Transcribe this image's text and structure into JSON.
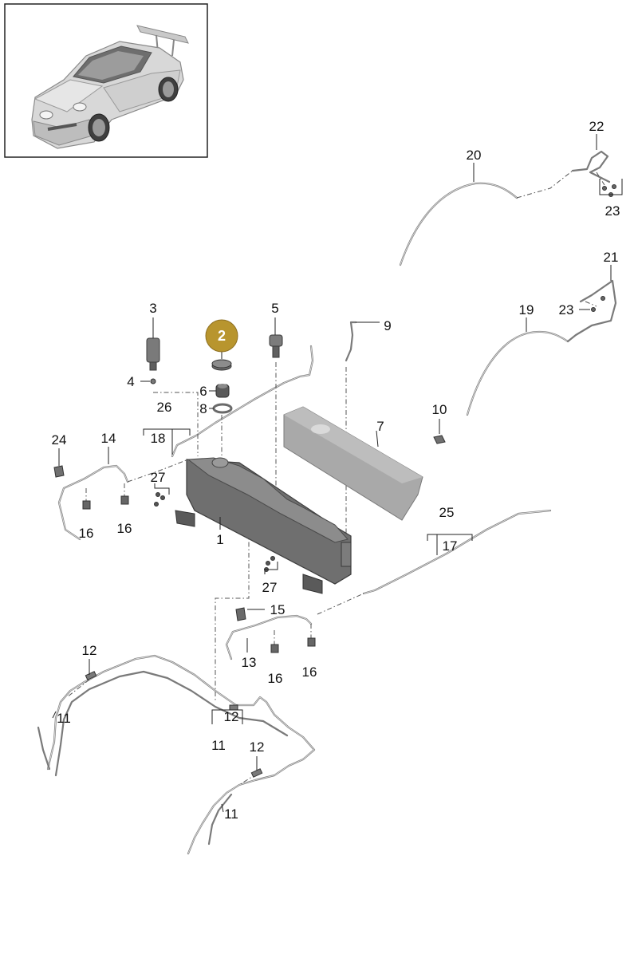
{
  "highlight": {
    "label": "2",
    "color": "#b8952e"
  },
  "colors": {
    "line": "#7a7a7a",
    "part": "#8a8a8a",
    "thumbnail_border": "#222222"
  },
  "thumbnail": {
    "icon": "car-icon"
  },
  "callouts": [
    {
      "label": "1"
    },
    {
      "label": "3"
    },
    {
      "label": "4"
    },
    {
      "label": "5"
    },
    {
      "label": "6"
    },
    {
      "label": "7"
    },
    {
      "label": "8"
    },
    {
      "label": "9"
    },
    {
      "label": "10"
    },
    {
      "label": "11"
    },
    {
      "label": "11"
    },
    {
      "label": "11"
    },
    {
      "label": "12"
    },
    {
      "label": "12"
    },
    {
      "label": "12"
    },
    {
      "label": "13"
    },
    {
      "label": "14"
    },
    {
      "label": "15"
    },
    {
      "label": "16"
    },
    {
      "label": "16"
    },
    {
      "label": "16"
    },
    {
      "label": "16"
    },
    {
      "label": "17"
    },
    {
      "label": "18"
    },
    {
      "label": "19"
    },
    {
      "label": "20"
    },
    {
      "label": "21"
    },
    {
      "label": "22"
    },
    {
      "label": "23"
    },
    {
      "label": "23"
    },
    {
      "label": "24"
    },
    {
      "label": "25"
    },
    {
      "label": "26"
    },
    {
      "label": "27"
    },
    {
      "label": "27"
    }
  ]
}
